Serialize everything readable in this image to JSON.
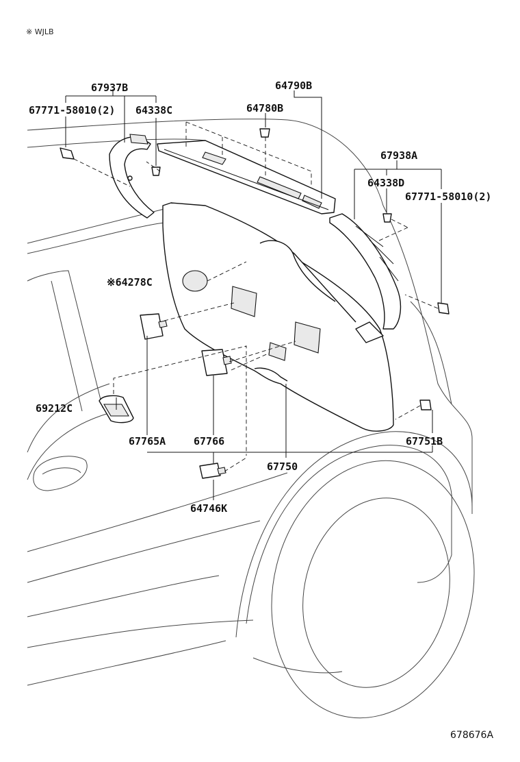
{
  "header": {
    "note": "※ WJLB"
  },
  "labels": {
    "p67937B": "67937B",
    "p67771_left": "67771-58010(2)",
    "p64338C": "64338C",
    "p64790B": "64790B",
    "p64780B": "64780B",
    "p67938A": "67938A",
    "p64338D": "64338D",
    "p67771_right": "67771-58010(2)",
    "p64278C": "※64278C",
    "p69212C": "69212C",
    "p67765A": "67765A",
    "p67766": "67766",
    "p67751B": "67751B",
    "p67750": "67750",
    "p64746K": "64746K"
  },
  "footer": {
    "figure_number": "678676A"
  }
}
